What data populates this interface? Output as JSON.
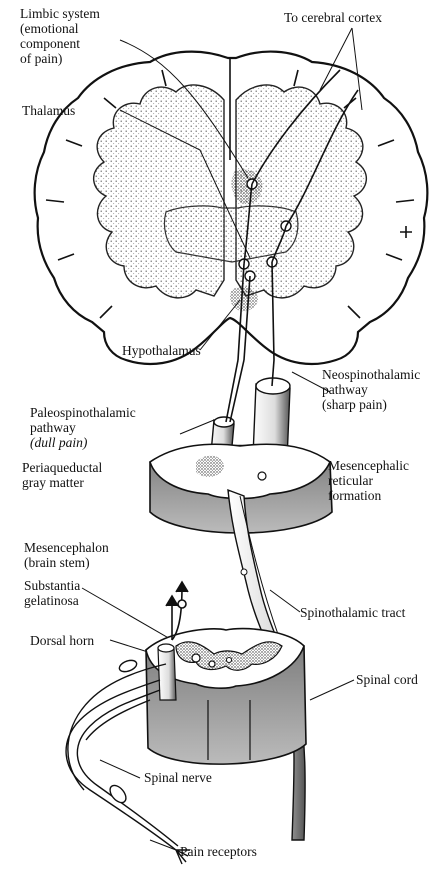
{
  "labels": {
    "limbic": [
      "Limbic system",
      "(emotional",
      "component",
      "of pain)"
    ],
    "cortex": "To cerebral cortex",
    "thalamus": "Thalamus",
    "hypothalamus": "Hypothalamus",
    "neo": [
      "Neospinothalamic",
      "pathway",
      "(sharp pain)"
    ],
    "paleo": [
      "Paleospinothalamic",
      "pathway",
      "(dull pain)"
    ],
    "pag": [
      "Periaqueductal",
      "gray matter"
    ],
    "mesreticular": [
      "Mesencephalic",
      "reticular",
      "formation"
    ],
    "mesencephalon": [
      "Mesencephalon",
      "(brain stem)"
    ],
    "substantia": [
      "Substantia",
      "gelatinosa"
    ],
    "spinothalamic": "Spinothalamic tract",
    "dorsal": "Dorsal horn",
    "spinalcord": "Spinal cord",
    "spinalnerve": "Spinal nerve",
    "receptors": "Pain receptors"
  },
  "colors": {
    "ink": "#111111",
    "shade": "#8a8a8a",
    "dark": "#3a3a3a"
  }
}
